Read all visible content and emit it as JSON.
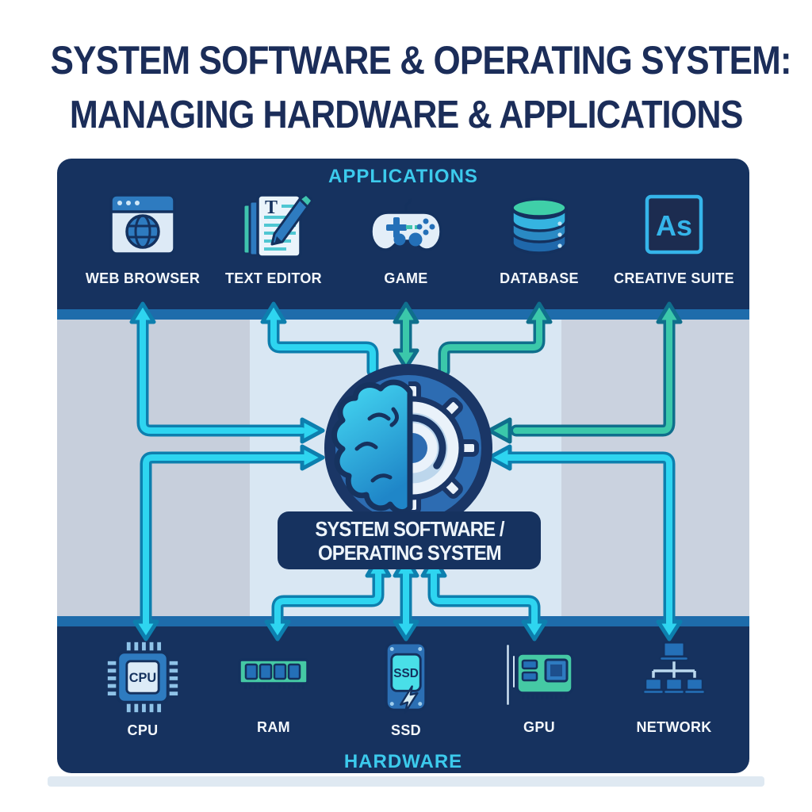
{
  "title": {
    "line1": "SYSTEM SOFTWARE & OPERATING SYSTEM:",
    "line2": "MANAGING HARDWARE & APPLICATIONS"
  },
  "applications": {
    "band_label": "APPLICATIONS",
    "items": [
      {
        "label": "WEB BROWSER",
        "icon": "web-browser-icon"
      },
      {
        "label": "TEXT EDITOR",
        "icon": "text-editor-icon",
        "glyph": "T"
      },
      {
        "label": "GAME",
        "icon": "game-controller-icon"
      },
      {
        "label": "DATABASE",
        "icon": "database-icon"
      },
      {
        "label": "CREATIVE SUITE",
        "icon": "creative-suite-icon",
        "glyph": "As"
      }
    ]
  },
  "center": {
    "icon": "brain-gear-icon",
    "label_line1": "SYSTEM SOFTWARE /",
    "label_line2": "OPERATING SYSTEM"
  },
  "hardware": {
    "band_label": "HARDWARE",
    "items": [
      {
        "label": "CPU",
        "icon": "cpu-chip-icon",
        "glyph": "CPU"
      },
      {
        "label": "RAM",
        "icon": "ram-module-icon"
      },
      {
        "label": "SSD",
        "icon": "ssd-drive-icon",
        "glyph": "SSD"
      },
      {
        "label": "GPU",
        "icon": "gpu-card-icon"
      },
      {
        "label": "NETWORK",
        "icon": "network-icon"
      }
    ]
  },
  "colors": {
    "title_navy": "#1b2d59",
    "band_navy": "#16325f",
    "accent_cyan": "#3ccaec",
    "arrow_cyan": "#2ed5f0",
    "arrow_cyan_outline": "#0d7fae",
    "arrow_teal": "#3bc8aa",
    "arrow_teal_outline": "#0f6f8c",
    "edge_strip_blue": "#1e6cab",
    "middle_light": "#d9e7f3",
    "middle_gray": "#c7cfdc"
  }
}
